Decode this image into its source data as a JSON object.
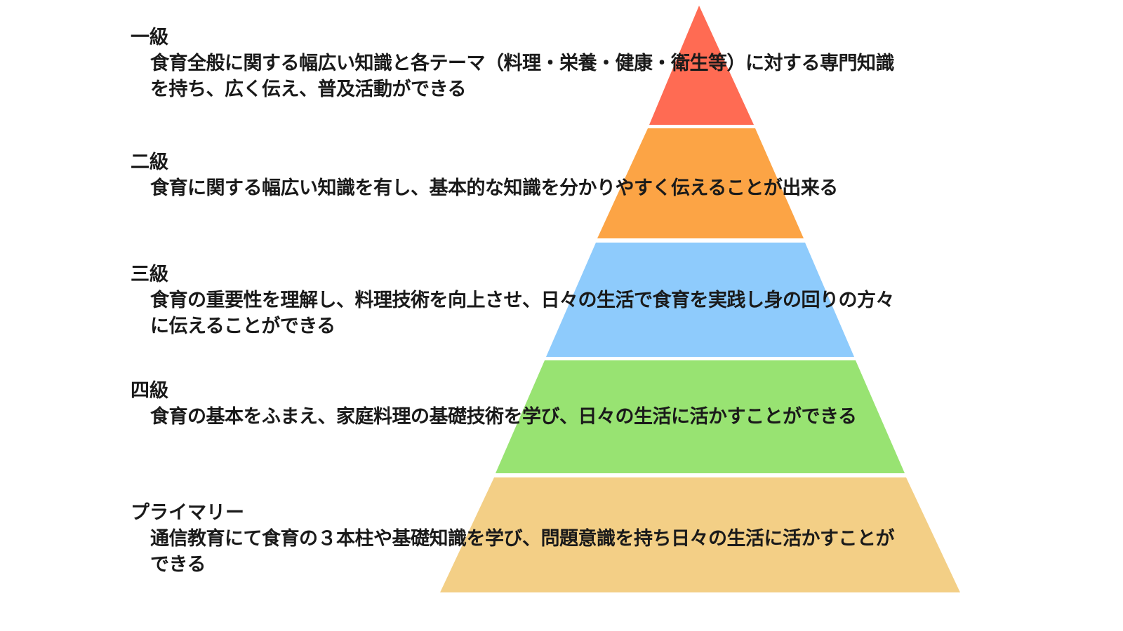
{
  "levels": [
    {
      "title": "一級",
      "lines": [
        "食育全般に関する幅広い知識と各テーマ（料理・栄養・健康・衛生等）に対する専門知識",
        "を持ち、広く伝え、普及活動ができる"
      ],
      "color": "#ff6b53"
    },
    {
      "title": "二級",
      "lines": [
        "食育に関する幅広い知識を有し、基本的な知識を分かりやすく伝えることが出来る"
      ],
      "color": "#fca445"
    },
    {
      "title": "三級",
      "lines": [
        "食育の重要性を理解し、料理技術を向上させ、日々の生活で食育を実践し身の回りの方々",
        "に伝えることができる"
      ],
      "color": "#8ecbfc"
    },
    {
      "title": "四級",
      "lines": [
        "食育の基本をふまえ、家庭料理の基礎技術を学び、日々の生活に活かすことができる"
      ],
      "color": "#98e372"
    },
    {
      "title": "プライマリー",
      "lines": [
        "通信教育にて食育の３本柱や基礎知識を学び、問題意識を持ち日々の生活に活かすことが",
        "できる"
      ],
      "color": "#f3cf86"
    }
  ]
}
